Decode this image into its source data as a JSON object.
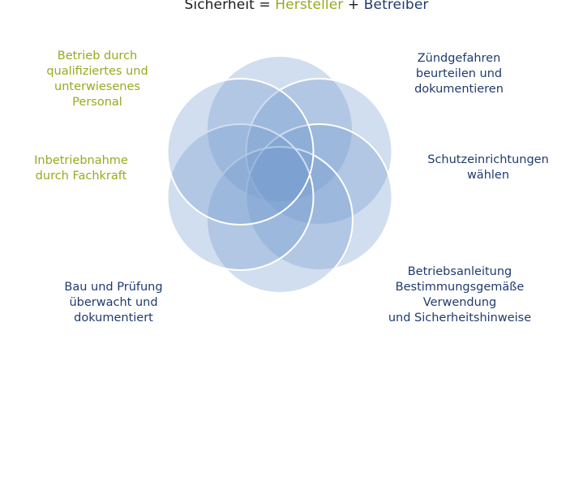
{
  "title": {
    "prefix": "Sicherheit = ",
    "hersteller": "Hersteller",
    "plus": " + ",
    "betreiber": "Betreiber"
  },
  "colors": {
    "hersteller": "#9aa81f",
    "betreiber": "#1f3b6e",
    "petal_fill": "#6f97cc",
    "petal_stroke": "#ffffff"
  },
  "labels": {
    "left_top": [
      "Betrieb durch",
      "qualifiziertes und",
      "unterwiesenes",
      "Personal"
    ],
    "left_mid": [
      "Inbetriebnahme",
      "durch Fachkraft"
    ],
    "left_bottom": [
      "Bau und Prüfung",
      "überwacht und",
      "dokumentiert"
    ],
    "right_top": [
      "Zündgefahren",
      "beurteilen und",
      "dokumentieren"
    ],
    "right_mid": [
      "Schutzeinrichtungen",
      "wählen"
    ],
    "right_bottom": [
      "Betriebsanleitung",
      "Bestimmungsgemäße",
      "Verwendung",
      "und Sicherheitshinweise"
    ]
  }
}
